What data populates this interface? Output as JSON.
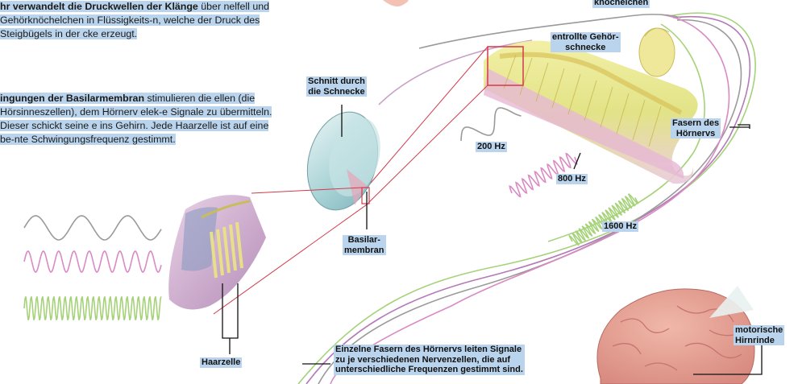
{
  "paragraphs": [
    {
      "lead": "hr verwandelt die Druckwellen der Klänge",
      "rest": " über nelfell und Gehörknöchelchen in Flüssigkeits-n, welche der Druck des Steigbügels in der cke erzeugt."
    },
    {
      "lead": "ingungen der Basilarmembran",
      "rest": " stimulieren die ellen (die Hörsinneszellen), dem Hörnerv elek-e Signale zu übermitteln. Dieser schickt seine e ins Gehirn. Jede Haarzelle ist auf eine be-nte Schwingungsfrequenz gestimmt."
    }
  ],
  "labels": {
    "knoechelchen": "knöchelchen",
    "schnitt": "Schnitt durch\ndie Schnecke",
    "entrollte": "entrollte Gehör-\nschnecke",
    "fasern": "Fasern des\nHörnervs",
    "hz200": "200 Hz",
    "hz800": "800 Hz",
    "hz1600": "1600 Hz",
    "basilar": "Basilar-\nmembran",
    "haarzelle": "Haarzelle",
    "einzelne": "Einzelne Fasern des Hörnervs leiten Signale\nzu je verschiedenen Nervenzellen, die auf\nunterschiedliche Frequenzen gestimmt sind.",
    "motorische": "motorische\nHirnrinde"
  },
  "colors": {
    "label_bg": "#b9d4ec",
    "wave_gray": "#9a9a9a",
    "wave_pink": "#d98ac4",
    "wave_green": "#a6d27a",
    "zoom_lines": "#d23a4a"
  }
}
